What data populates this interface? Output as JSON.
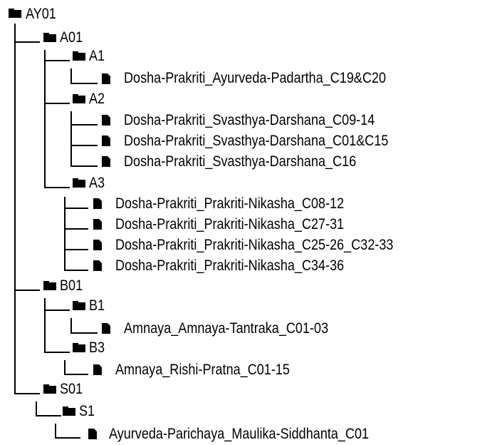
{
  "tree": {
    "root": {
      "label": "AY01",
      "children": [
        {
          "label": "A01",
          "children": [
            {
              "label": "A1",
              "files": [
                "Dosha-Prakriti_Ayurveda-Padartha_C19&C20"
              ]
            },
            {
              "label": "A2",
              "files": [
                "Dosha-Prakriti_Svasthya-Darshana_C09-14",
                "Dosha-Prakriti_Svasthya-Darshana_C01&C15",
                "Dosha-Prakriti_Svasthya-Darshana_C16"
              ]
            },
            {
              "label": "A3",
              "files": [
                "Dosha-Prakriti_Prakriti-Nikasha_C08-12",
                "Dosha-Prakriti_Prakriti-Nikasha_C27-31",
                "Dosha-Prakriti_Prakriti-Nikasha_C25-26_C32-33",
                "Dosha-Prakriti_Prakriti-Nikasha_C34-36"
              ]
            }
          ]
        },
        {
          "label": "B01",
          "children": [
            {
              "label": "B1",
              "files": [
                "Amnaya_Amnaya-Tantraka_C01-03"
              ]
            },
            {
              "label": "B3",
              "files": [
                "Amnaya_Rishi-Pratna_C01-15"
              ]
            }
          ]
        },
        {
          "label": "S01",
          "children": [
            {
              "label": "S1",
              "files": [
                "Ayurveda-Parichaya_Maulika-Siddhanta_C01"
              ]
            }
          ]
        }
      ]
    }
  }
}
